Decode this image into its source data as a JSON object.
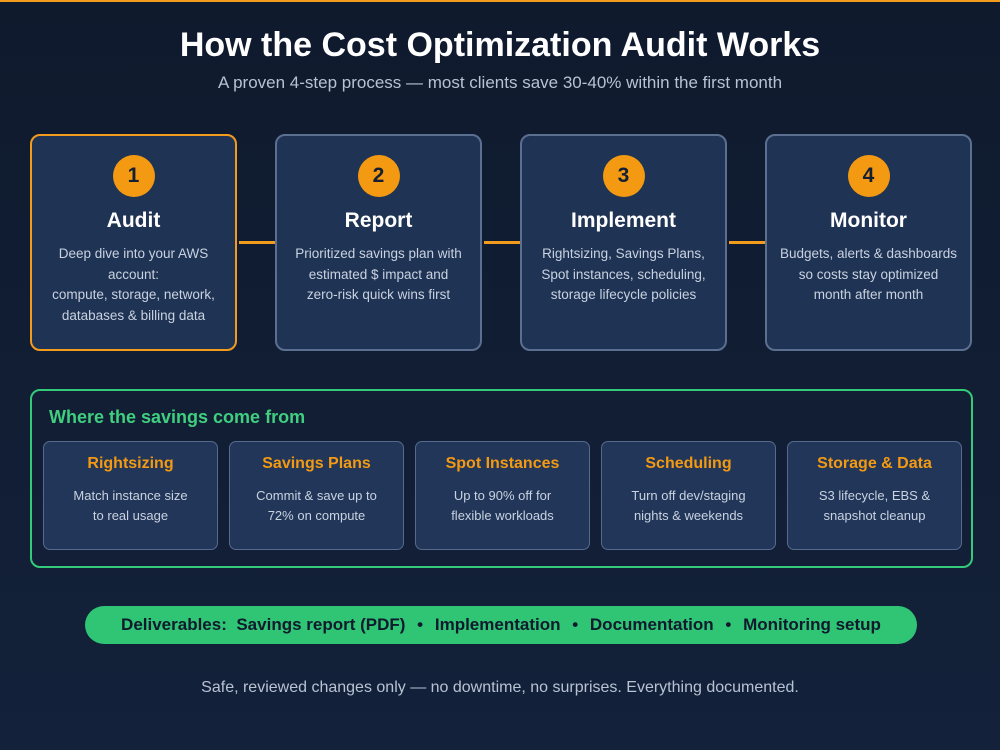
{
  "header": {
    "title": "How the Cost Optimization Audit Works",
    "subtitle": "A proven 4-step process  —  most clients save 30-40% within the first month"
  },
  "steps": [
    {
      "number": "1",
      "title": "Audit",
      "description": "Deep dive into your AWS account:\ncompute, storage, network,\ndatabases & billing data"
    },
    {
      "number": "2",
      "title": "Report",
      "description": "Prioritized savings plan with\nestimated $ impact and\nzero-risk quick wins first"
    },
    {
      "number": "3",
      "title": "Implement",
      "description": "Rightsizing, Savings Plans,\nSpot instances, scheduling,\nstorage lifecycle policies"
    },
    {
      "number": "4",
      "title": "Monitor",
      "description": "Budgets, alerts & dashboards\nso costs stay optimized\nmonth after month"
    }
  ],
  "savings": {
    "title": "Where the savings come from",
    "items": [
      {
        "name": "Rightsizing",
        "description": "Match instance size\nto real usage"
      },
      {
        "name": "Savings Plans",
        "description": "Commit & save up to\n72% on compute"
      },
      {
        "name": "Spot Instances",
        "description": "Up to 90% off for\nflexible workloads"
      },
      {
        "name": "Scheduling",
        "description": "Turn off dev/staging\nnights & weekends"
      },
      {
        "name": "Storage & Data",
        "description": "S3 lifecycle, EBS &\nsnapshot cleanup"
      }
    ]
  },
  "deliverables": {
    "label": "Deliverables:",
    "items": [
      "Savings report (PDF)",
      "Implementation",
      "Documentation",
      "Monitoring setup"
    ],
    "separator": "•"
  },
  "footer": {
    "text": "Safe, reviewed changes only — no downtime, no surprises. Everything documented."
  },
  "colors": {
    "accent_orange": "#f39a12",
    "accent_green": "#2fc575",
    "background": "#0f1a2d",
    "card": "#1f3354"
  }
}
